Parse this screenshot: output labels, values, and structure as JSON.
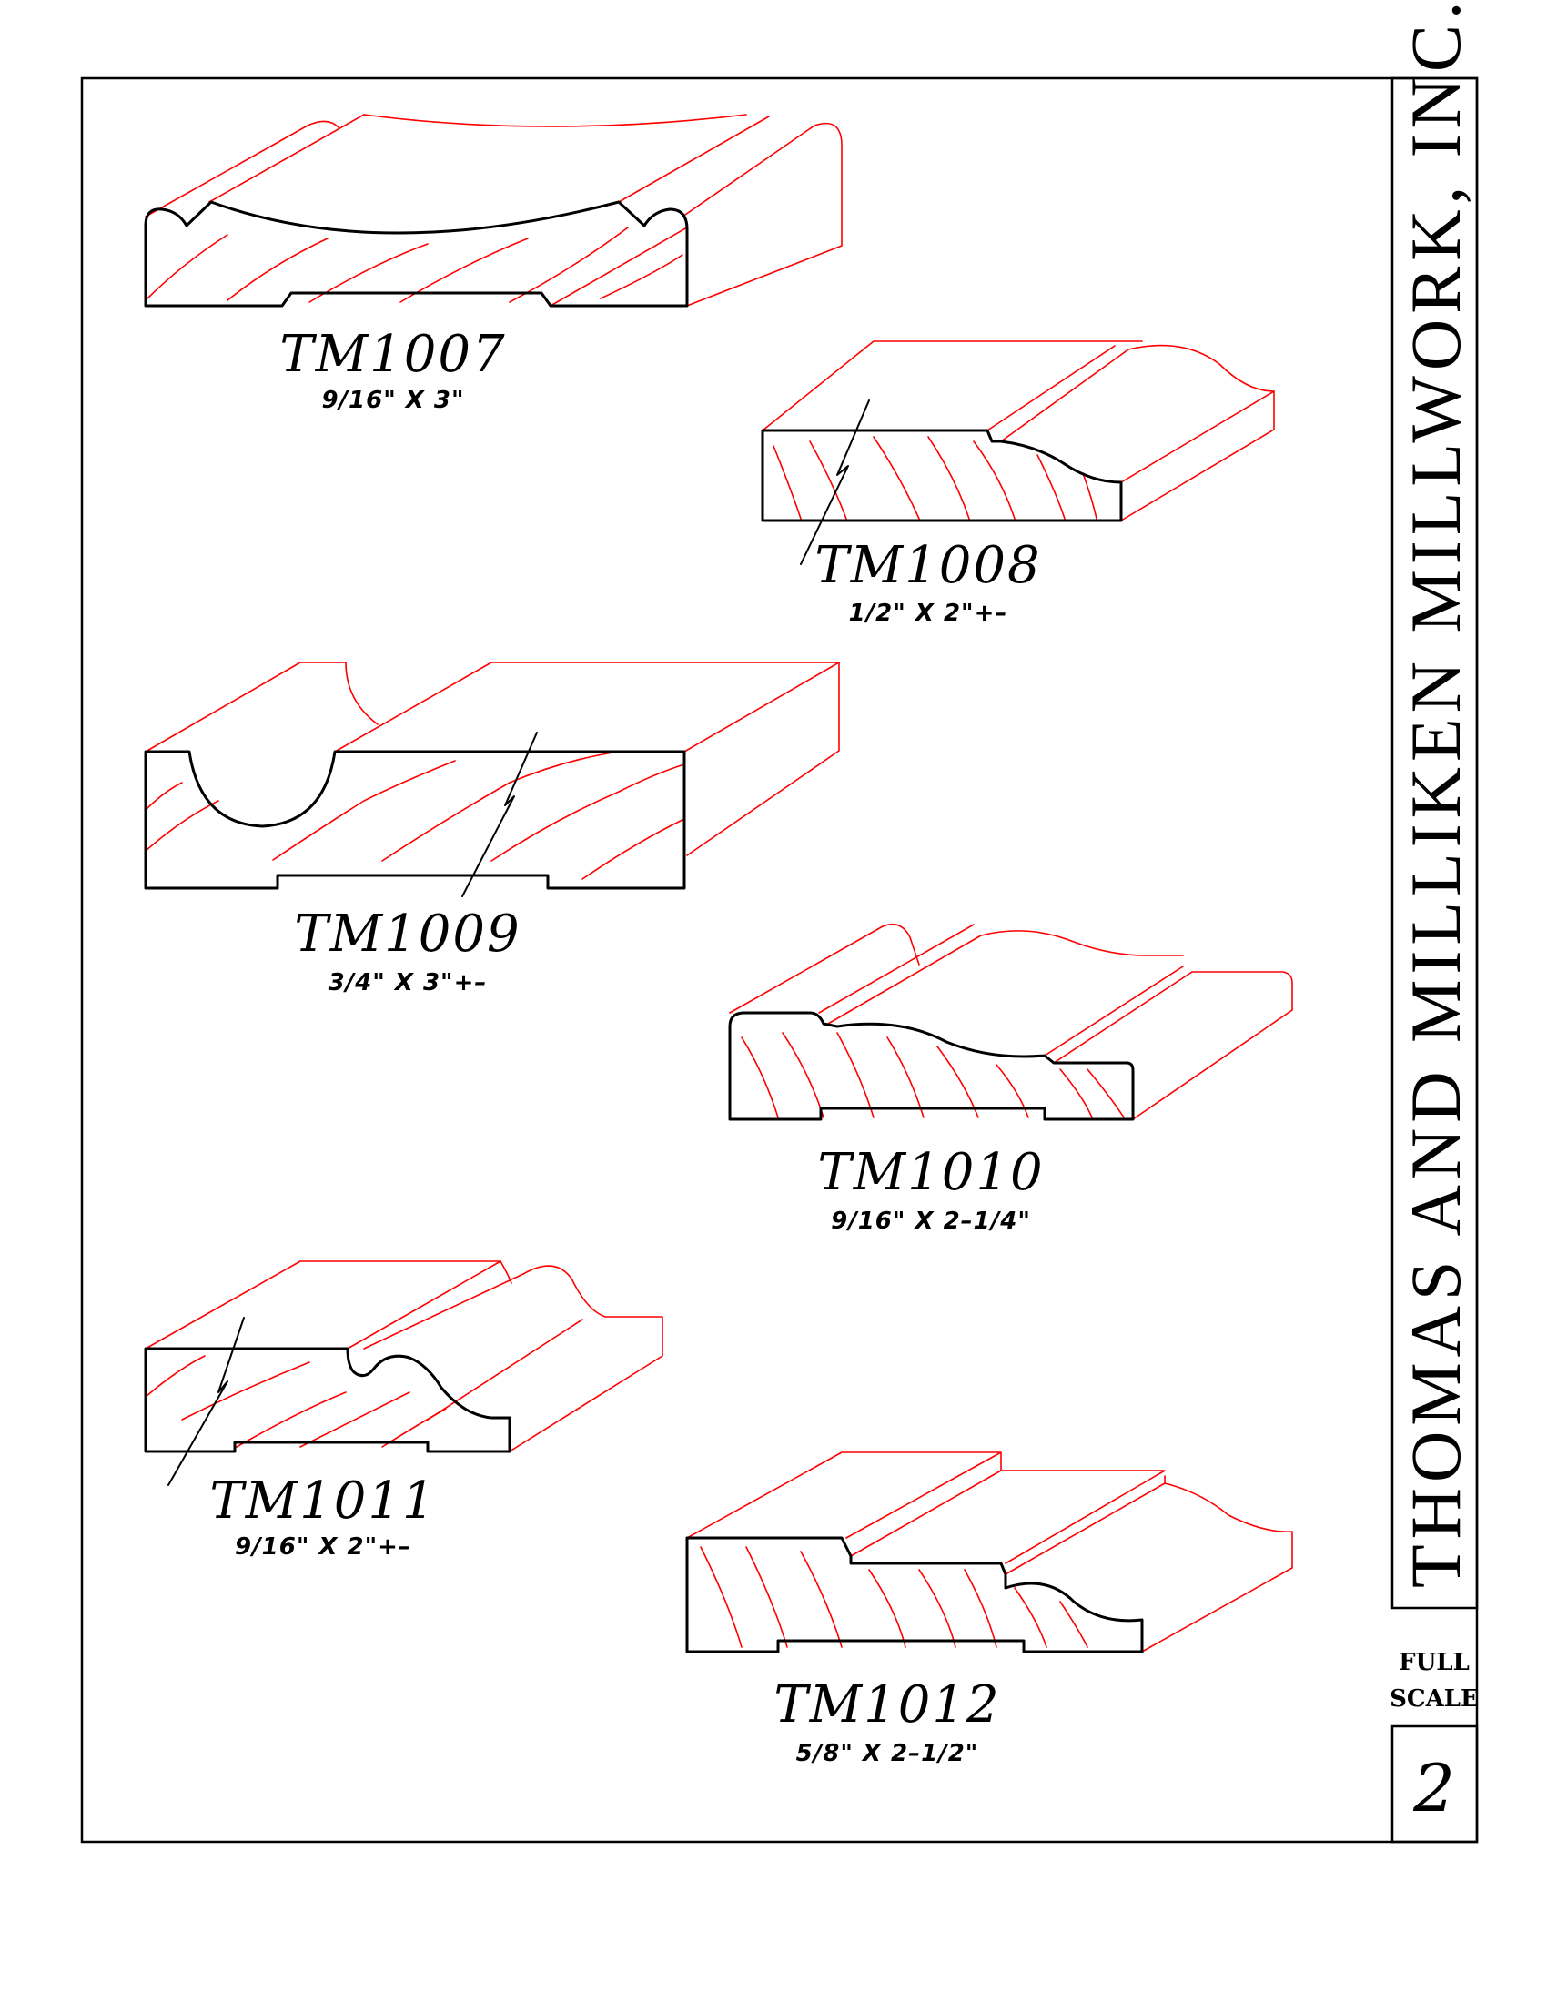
{
  "company": "THOMAS AND MILLIKEN MILLWORK, INC.",
  "scale_label_line1": "FULL",
  "scale_label_line2": "SCALE",
  "page_number": "2",
  "profiles": [
    {
      "model": "TM1007",
      "dims": "9/16\"  X  3\""
    },
    {
      "model": "TM1008",
      "dims": "1/2\"  X  2\"+–"
    },
    {
      "model": "TM1009",
      "dims": "3/4\"  X  3\"+–"
    },
    {
      "model": "TM1010",
      "dims": "9/16\"  X  2–1/4\""
    },
    {
      "model": "TM1011",
      "dims": "9/16\"  X  2\"+–"
    },
    {
      "model": "TM1012",
      "dims": "5/8\"  X  2–1/2\""
    }
  ],
  "colors": {
    "outline": "#000000",
    "hidden_lines": "#ff0000"
  }
}
